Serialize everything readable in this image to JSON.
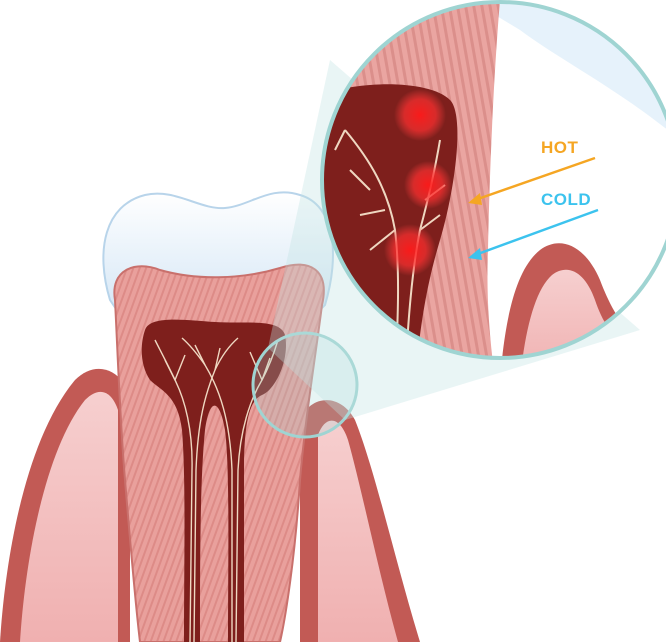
{
  "labels": {
    "hot": "HOT",
    "cold": "COLD"
  },
  "colors": {
    "hot": "#f5a623",
    "cold": "#3cc3ee",
    "enamel": "#e6f2fb",
    "dentin": "#e79a97",
    "pulp": "#7e1f1c",
    "nerve": "#efd7c1",
    "gum": "#b9504b",
    "gum_inner": "#f2bdbd",
    "lens_rim": "#9fd4d2",
    "inflammation": "#ff2a2a"
  },
  "icons": [
    "tooth-illustration",
    "magnifier-lens",
    "inflammation-spot",
    "hot-arrow",
    "cold-arrow"
  ]
}
